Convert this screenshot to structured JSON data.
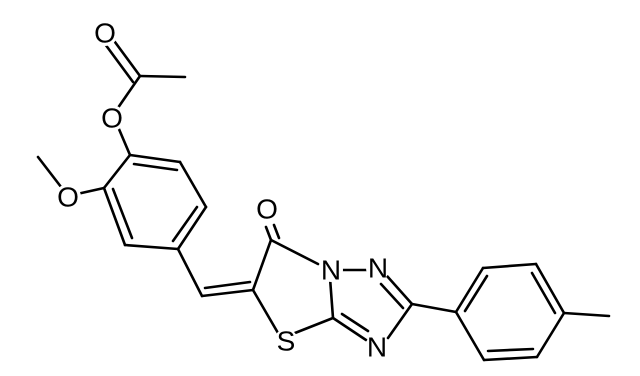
{
  "atoms": {
    "carbonyl_oxygen_acetyl": "O",
    "ester_oxygen": "O",
    "methoxy_oxygen": "O",
    "ketone_oxygen": "O",
    "bridgehead_nitrogen": "N",
    "triazole_nitrogen_n2": "N",
    "triazole_nitrogen_n4": "N",
    "thiazole_sulfur": "S"
  },
  "colors": {
    "bond": "#000000",
    "label": "#000000",
    "background": "#ffffff"
  }
}
